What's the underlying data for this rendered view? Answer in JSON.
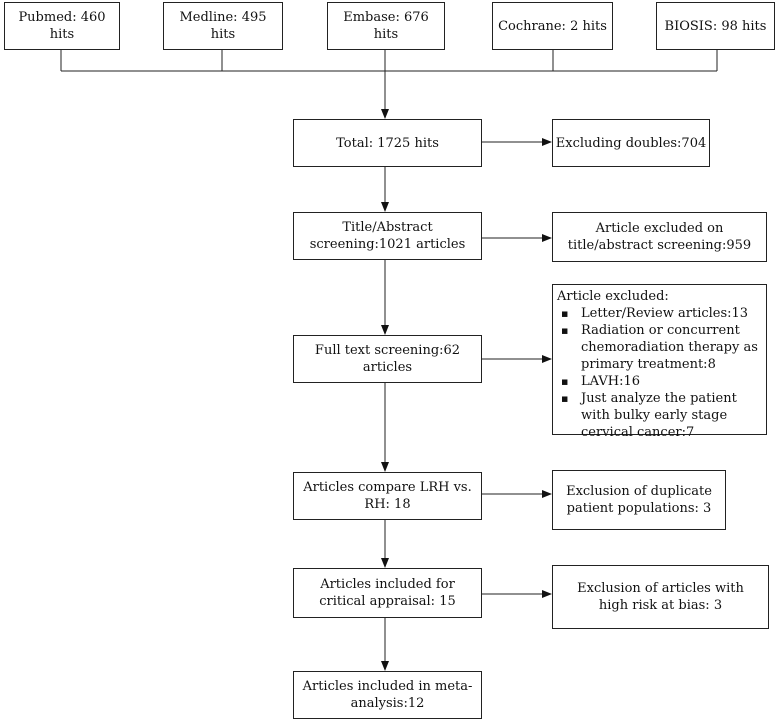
{
  "sources": [
    "Pubmed: 460 hits",
    "Medline: 495 hits",
    "Embase: 676 hits",
    "Cochrane: 2 hits",
    "BIOSIS: 98 hits"
  ],
  "steps": {
    "total": [
      "Total: 1725 hits"
    ],
    "title_abstract": [
      "Title/Abstract",
      "screening:1021 articles"
    ],
    "full_text": [
      "Full text screening:62",
      "articles"
    ],
    "compare": [
      "Articles compare LRH vs.",
      "RH: 18"
    ],
    "critical": [
      "Articles included for",
      "critical appraisal: 15"
    ],
    "meta": [
      "Articles included in meta-",
      "analysis:12"
    ]
  },
  "exclusions": {
    "doubles": [
      "Excluding doubles:704"
    ],
    "title_abstract": [
      "Article excluded on",
      "title/abstract screening:959"
    ],
    "full_text": {
      "heading": "Article excluded:",
      "items": [
        [
          "Letter/Review articles:13"
        ],
        [
          "Radiation or concurrent",
          "chemoradiation therapy as",
          "primary treatment:8"
        ],
        [
          "LAVH:16"
        ],
        [
          "Just analyze the patient",
          "with bulky early stage",
          "cervical cancer:7"
        ]
      ]
    },
    "duplicates": [
      "Exclusion of duplicate",
      "patient populations: 3"
    ],
    "bias": [
      "Exclusion of articles with",
      "high risk at bias: 3"
    ]
  }
}
